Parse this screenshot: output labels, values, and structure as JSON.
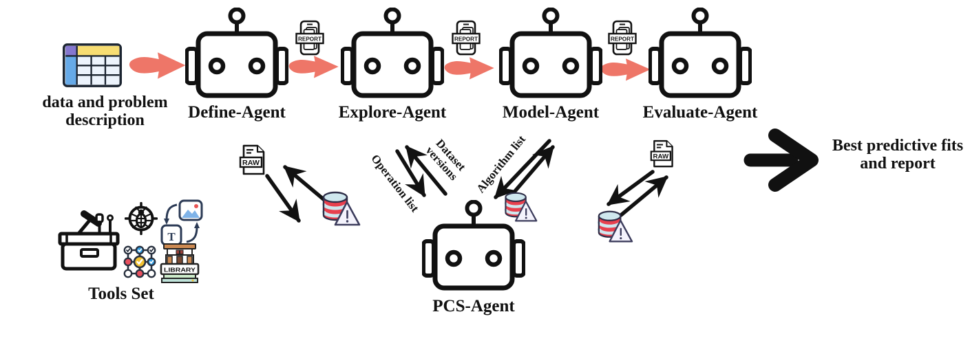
{
  "input": {
    "label": "data and problem description"
  },
  "pipeline": {
    "agents": [
      {
        "label": "Define-Agent"
      },
      {
        "label": "Explore-Agent"
      },
      {
        "label": "Model-Agent"
      },
      {
        "label": "Evaluate-Agent"
      }
    ],
    "coordinator": {
      "label": "PCS-Agent"
    },
    "report_badge": "REPORT",
    "raw_badge": "RAW"
  },
  "exchanges": {
    "operation_list": "Operation list",
    "dataset_versions": "Dataset versions",
    "algorithm_list": "Algorithm list"
  },
  "tools": {
    "label": "Tools Set",
    "library_sign": "LIBRARY",
    "text_tool_letter": "T"
  },
  "output": {
    "label": "Best predictive fits and report"
  },
  "colors": {
    "flow_arrow": "#ee7668",
    "ink": "#111111",
    "db_red": "#e8404e",
    "db_blue": "#cfe7ee"
  }
}
